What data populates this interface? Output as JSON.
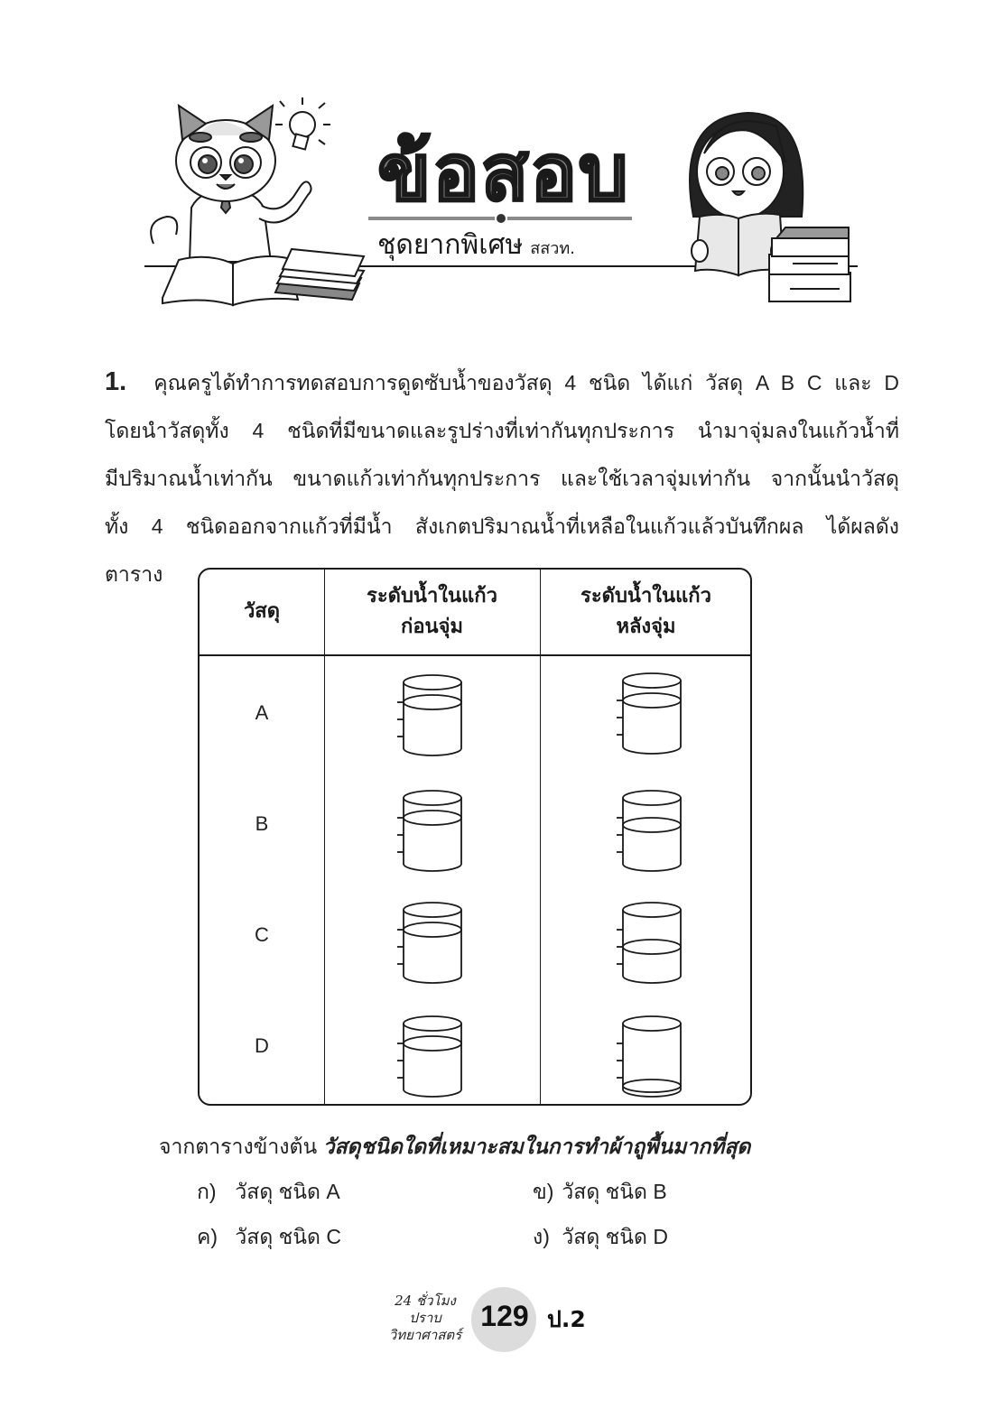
{
  "header": {
    "title": "ข้อสอบ",
    "subtitle": "ชุดยากพิเศษ",
    "subtitle_small": "สสวท.",
    "illustrations": [
      "cat-teacher-illustration",
      "lightbulb-icon",
      "girl-reading-illustration",
      "book-stack-illustration"
    ]
  },
  "question": {
    "number": "1.",
    "lines": [
      "คุณครูได้ทำการทดสอบการดูดซับน้ำของวัสดุ 4 ชนิด ได้แก่ วัสดุ A B C และ D",
      "โดยนำวัสดุทั้ง 4 ชนิดที่มีขนาดและรูปร่างที่เท่ากันทุกประการ นำมาจุ่มลงในแก้วน้ำที่",
      "มีปริมาณน้ำเท่ากัน ขนาดแก้วเท่ากันทุกประการ และใช้เวลาจุ่มเท่ากัน จากนั้นนำวัสดุ",
      "ทั้ง 4 ชนิดออกจากแก้วที่มีน้ำ สังเกตปริมาณน้ำที่เหลือในแก้วแล้วบันทึกผล ได้ผลดัง",
      "ตาราง"
    ]
  },
  "table": {
    "headers": [
      "วัสดุ",
      "ระดับน้ำในแก้ว\nก่อนจุ่ม",
      "ระดับน้ำในแก้ว\nหลังจุ่ม"
    ],
    "header_lines": {
      "col1": "วัสดุ",
      "col2_line1": "ระดับน้ำในแก้ว",
      "col2_line2": "ก่อนจุ่ม",
      "col3_line1": "ระดับน้ำในแก้ว",
      "col3_line2": "หลังจุ่ม"
    },
    "rows": [
      {
        "material": "A",
        "before_level": "3/3 marks (top tick)",
        "after_level": "3/3 marks (top tick)"
      },
      {
        "material": "B",
        "before_level": "3/3 marks (top tick)",
        "after_level": "just below top tick"
      },
      {
        "material": "C",
        "before_level": "3/3 marks (top tick)",
        "after_level": "2/3 marks (middle tick)"
      },
      {
        "material": "D",
        "before_level": "3/3 marks (top tick)",
        "after_level": "almost empty (below bottom tick)"
      }
    ]
  },
  "prompt": {
    "lead": "จากตารางข้างต้น",
    "emphasis": "วัสดุชนิดใดที่เหมาะสมในการทำผ้าถูพื้นมากที่สุด"
  },
  "choices": [
    {
      "mark": "ก)",
      "label": "วัสดุ ชนิด A"
    },
    {
      "mark": "ข)",
      "label": "วัสดุ ชนิด B"
    },
    {
      "mark": "ค)",
      "label": "วัสดุ ชนิด C"
    },
    {
      "mark": "ง)",
      "label": "วัสดุ ชนิด D"
    }
  ],
  "footer": {
    "book_line1": "24 ชั่วโมง",
    "book_line2": "ปราบ",
    "book_line3": "วิทยาศาสตร์",
    "page_number": "129",
    "grade": "ป.2"
  },
  "colors": {
    "ink": "#1a1a1a",
    "title_fill": "#7a7a7a",
    "rule_gray": "#8a8a8a",
    "page_circle": "#dcdcdc"
  }
}
